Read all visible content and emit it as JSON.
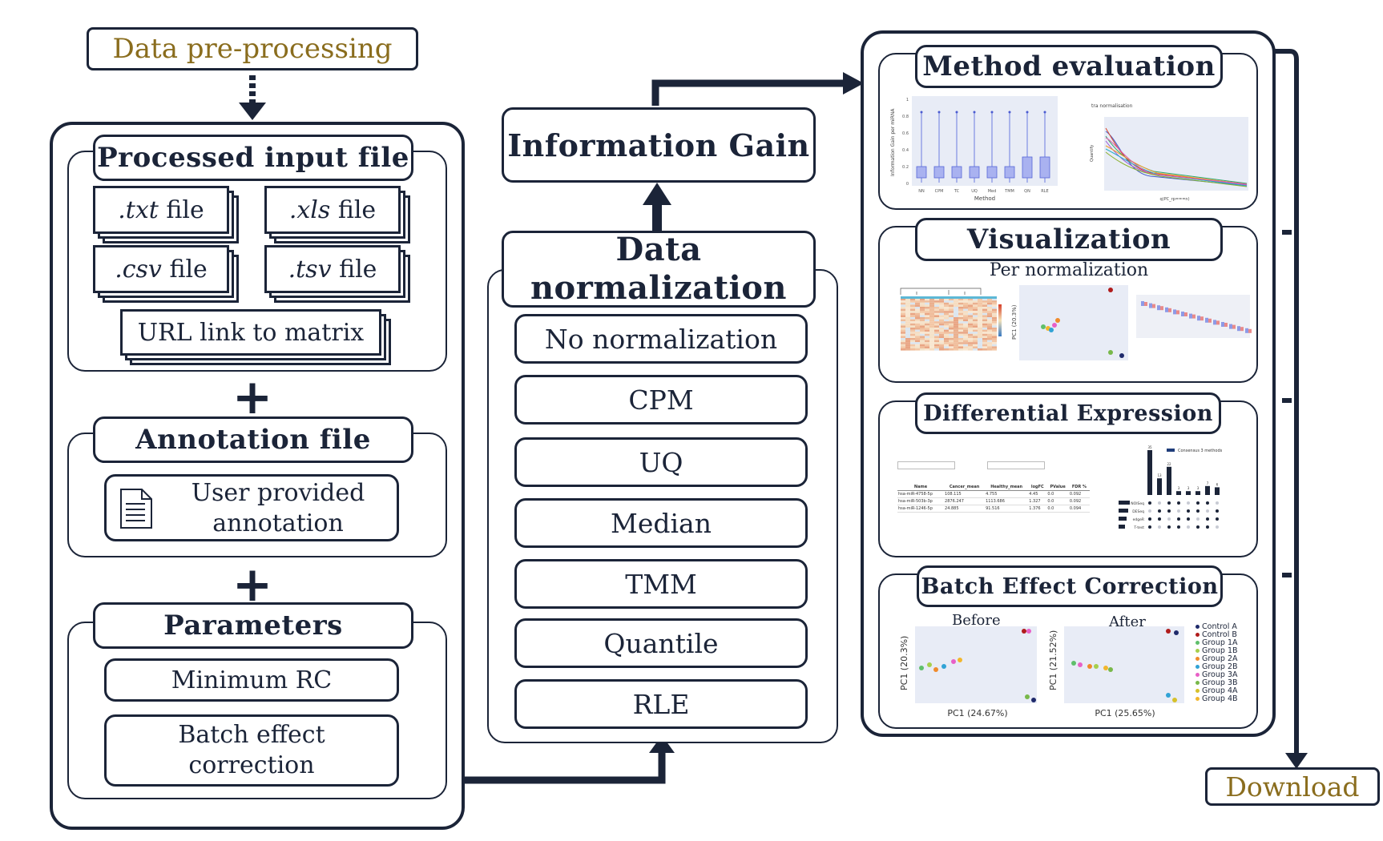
{
  "preprocessing": {
    "title": "Data pre-processing"
  },
  "input_files": {
    "title": "Processed input file",
    "files": [
      {
        "ext": ".txt",
        "word": "file"
      },
      {
        "ext": ".xls",
        "word": "file"
      },
      {
        "ext": ".csv",
        "word": "file"
      },
      {
        "ext": ".tsv",
        "word": "file"
      }
    ],
    "url": "URL link to matrix"
  },
  "plus": "+",
  "annotation": {
    "title": "Annotation file",
    "line1": "User provided",
    "line2": "annotation",
    "icon": "document-icon"
  },
  "parameters": {
    "title": "Parameters",
    "min_rc": "Minimum RC",
    "batch_line1": "Batch effect",
    "batch_line2": "correction"
  },
  "normalization": {
    "title_line1": "Data",
    "title_line2": "normalization",
    "methods": [
      "No normalization",
      "CPM",
      "UQ",
      "Median",
      "TMM",
      "Quantile",
      "RLE"
    ]
  },
  "information_gain": "Information Gain",
  "evaluation": {
    "title": "Method evaluation",
    "boxplot": {
      "ylabel": "Information Gain per miRNA",
      "xlabel": "Method",
      "categories": [
        "NN",
        "CPM",
        "TC",
        "UQ",
        "Med",
        "TMM",
        "QN",
        "RLE"
      ],
      "yticks": [
        "1",
        "0.8",
        "0.6",
        "0.4",
        "0.2",
        "0"
      ]
    },
    "lineplot": {
      "title": "tra normalisation",
      "ylabel": "Quantify",
      "xlabel": "q(PC_rp===n)"
    }
  },
  "visualization": {
    "title": "Visualization",
    "subtitle": "Per normalization",
    "pca_ylabel": "PC1 (20.3%)"
  },
  "differential": {
    "title": "Differential Expression",
    "table_headers": [
      "Name",
      "Cancer_mean",
      "Healthy_mean",
      "logFC",
      "PValue",
      "FDR %"
    ],
    "table_rows": [
      [
        "hsa-miR-4758-5p",
        "108.115",
        "4.755",
        "4.45",
        "0.0",
        "0.092"
      ],
      [
        "hsa-miR-503b-3p",
        "2876.247",
        "1113.686",
        "1.327",
        "0.0",
        "0.092"
      ],
      [
        "hsa-miR-1246-5p",
        "24.885",
        "91.516",
        "1.376",
        "0.0",
        "0.094"
      ]
    ],
    "upset_legend": "Consensus 3 methods",
    "upset_rows": [
      "NOISeq",
      "DESeq",
      "edgeR",
      "T-test"
    ],
    "upset_bars": [
      35,
      13,
      22,
      3,
      3,
      3,
      7,
      6
    ]
  },
  "batch": {
    "title": "Batch Effect Correction",
    "before": {
      "label": "Before",
      "ylabel": "PC1 (20.3%)",
      "xlabel": "PC1 (24.67%)"
    },
    "after": {
      "label": "After",
      "ylabel": "PC1 (21.52%)",
      "xlabel": "PC1 (25.65%)"
    },
    "legend": [
      {
        "name": "Control A",
        "color": "#1f2a6b"
      },
      {
        "name": "Control B",
        "color": "#b01c1c"
      },
      {
        "name": "Group 1A",
        "color": "#5fbf6b"
      },
      {
        "name": "Group 1B",
        "color": "#a6cf4c"
      },
      {
        "name": "Group 2A",
        "color": "#f08a2b"
      },
      {
        "name": "Group 2B",
        "color": "#31a3d6"
      },
      {
        "name": "Group 3A",
        "color": "#e860c7"
      },
      {
        "name": "Group 3B",
        "color": "#78b84a"
      },
      {
        "name": "Group 4A",
        "color": "#d6c12a"
      },
      {
        "name": "Group 4B",
        "color": "#f2b62d"
      }
    ]
  },
  "download": "Download"
}
